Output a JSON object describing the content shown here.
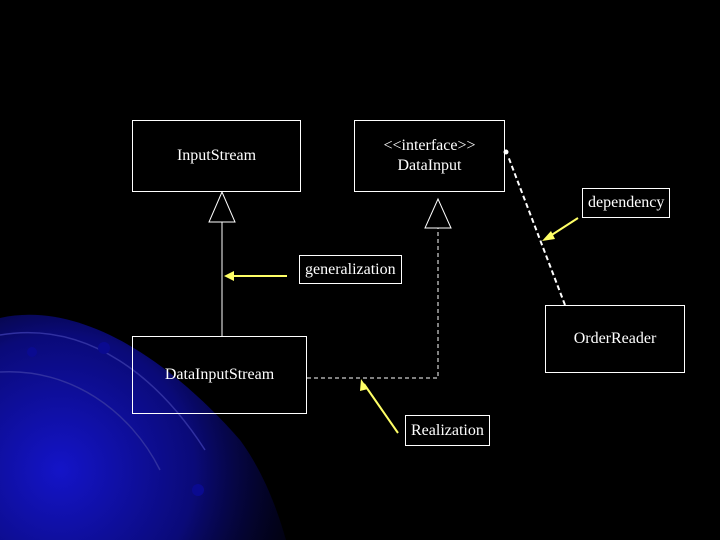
{
  "colors": {
    "background": "#000000",
    "lines": "#ffffff",
    "callout_arrows": "#ffff66",
    "swoosh": "#1010c0"
  },
  "classes": {
    "input_stream": "InputStream",
    "data_input_stereotype": "<<interface>>",
    "data_input_name": "DataInput",
    "data_input_stream": "DataInputStream",
    "order_reader": "OrderReader"
  },
  "notes": {
    "dependency": "dependency",
    "generalization": "generalization",
    "realization": "Realization"
  },
  "relationships": [
    {
      "type": "generalization",
      "from": "DataInputStream",
      "to": "InputStream"
    },
    {
      "type": "realization",
      "from": "DataInputStream",
      "to": "DataInput"
    },
    {
      "type": "dependency",
      "from": "OrderReader",
      "to": "DataInput"
    }
  ]
}
